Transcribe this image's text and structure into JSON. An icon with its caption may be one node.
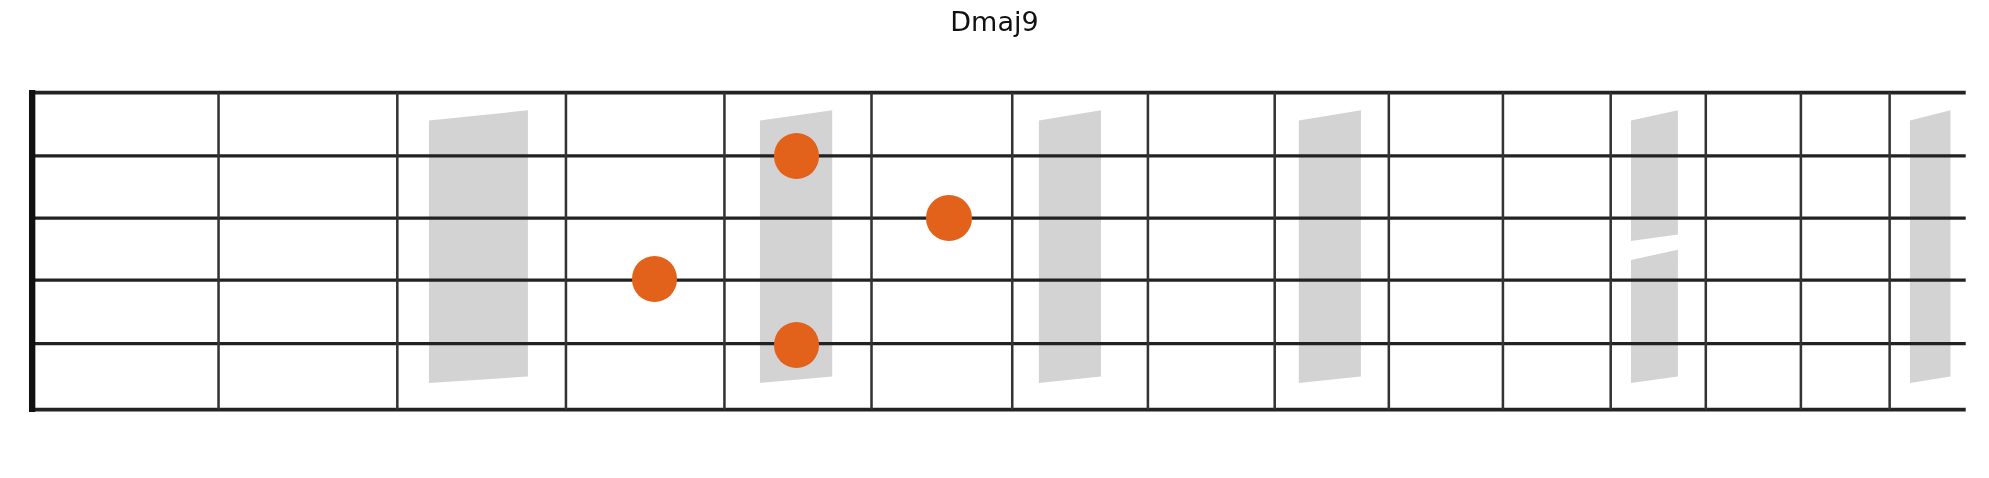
{
  "diagram": {
    "title": "Dmaj9",
    "nodes": [
      {
        "text": [],
        "shape": "circle"
      },
      {
        "text": [],
        "shape": "circle"
      },
      {
        "text": [],
        "shape": "circle"
      },
      {
        "text": [],
        "shape": "circle"
      }
    ]
  }
}
